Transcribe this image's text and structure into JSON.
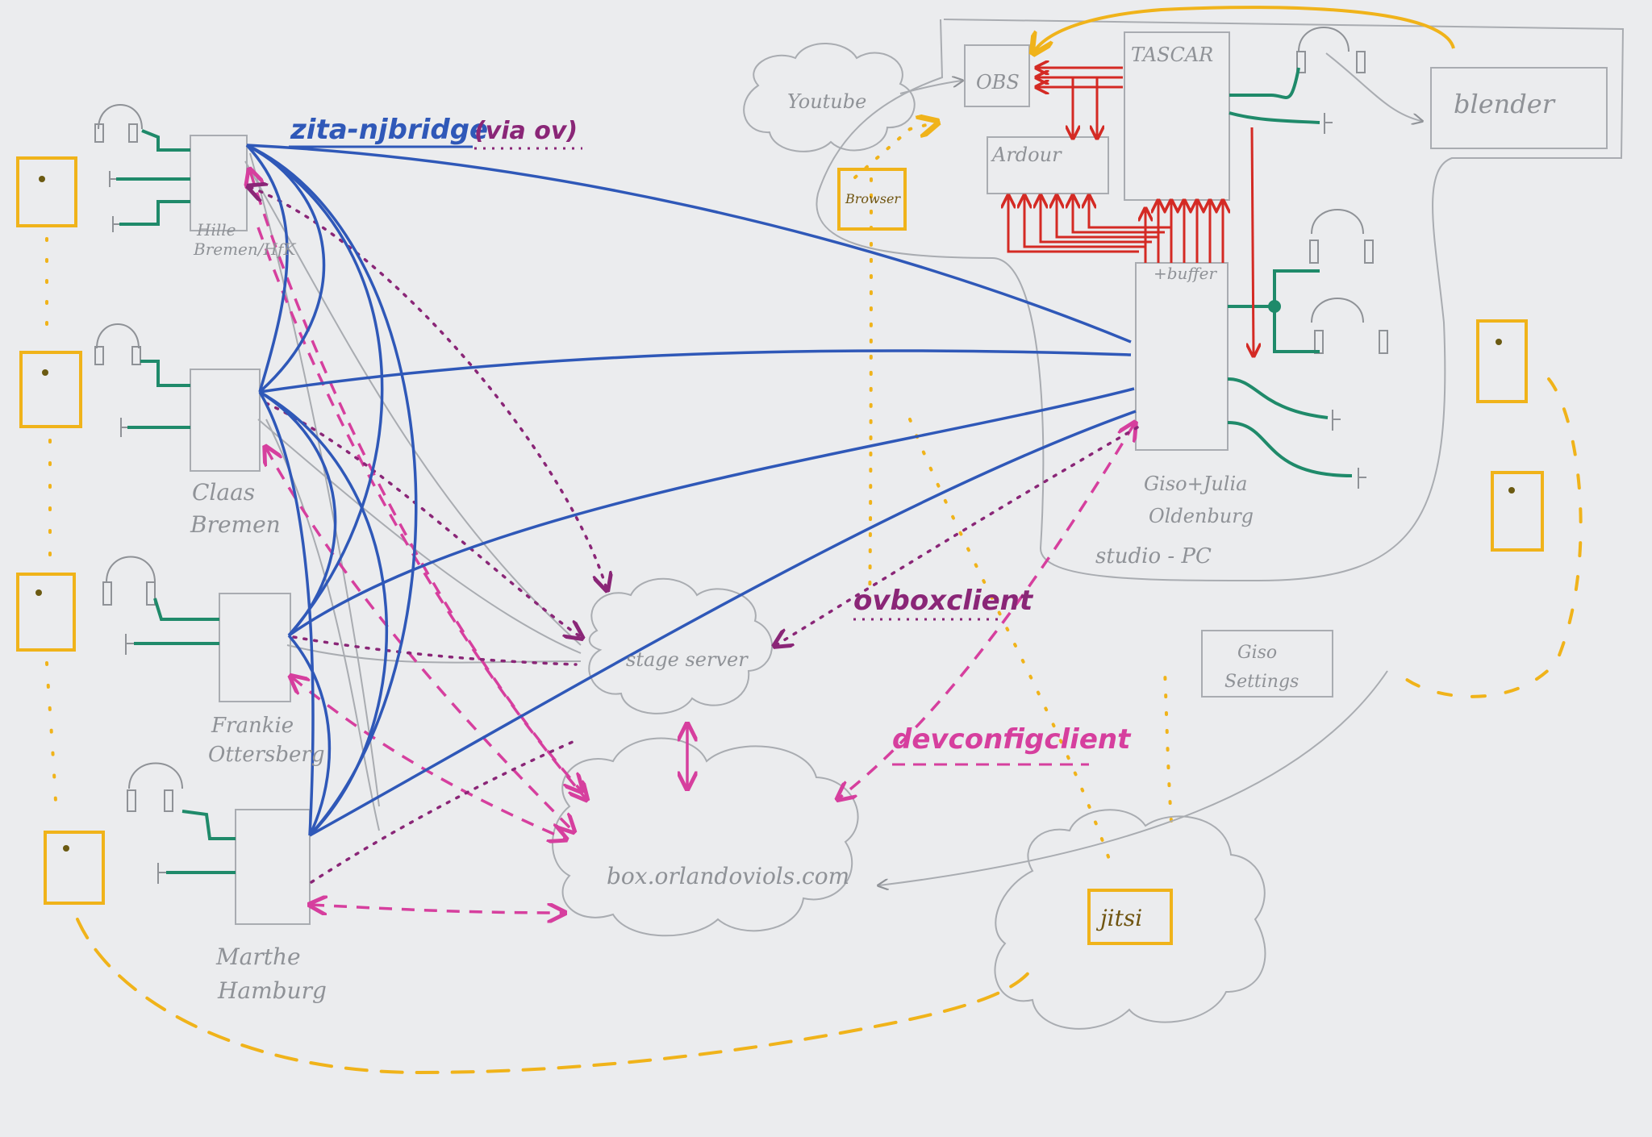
{
  "protocols": {
    "zita": "zita-njbridge",
    "via": "(via ov)",
    "ovboxclient": "ovboxclient",
    "devconfigclient": "devconfigclient"
  },
  "sites": [
    {
      "name_line1": "Hille",
      "name_line2": "Bremen/HfK"
    },
    {
      "name_line1": "Claas",
      "name_line2": "Bremen"
    },
    {
      "name_line1": "Frankie",
      "name_line2": "Ottersberg"
    },
    {
      "name_line1": "Marthe",
      "name_line2": "Hamburg"
    }
  ],
  "servers": {
    "stage": "stage server",
    "box": "box.orlandoviols.com",
    "jitsi": "jitsi",
    "giso_settings_line1": "Giso",
    "giso_settings_line2": "Settings"
  },
  "studio": {
    "youtube": "Youtube",
    "obs": "OBS",
    "tascar": "TASCAR",
    "ardour": "Ardour",
    "browser": "Browser",
    "tbuffer": "+buffer",
    "blender": "blender",
    "location_line1": "Giso+Julia",
    "location_line2": "Oldenburg",
    "pc_label": "studio - PC"
  },
  "colors": {
    "paper": "#ebecee",
    "pencil": "#a9acb1",
    "blue_audio": "#2f58b8",
    "magenta_config": "#d63f9e",
    "purple_ovbox": "#8a2677",
    "green_audio": "#1f8a6a",
    "red_internal": "#d42a24",
    "yellow_video": "#f0b31a"
  }
}
